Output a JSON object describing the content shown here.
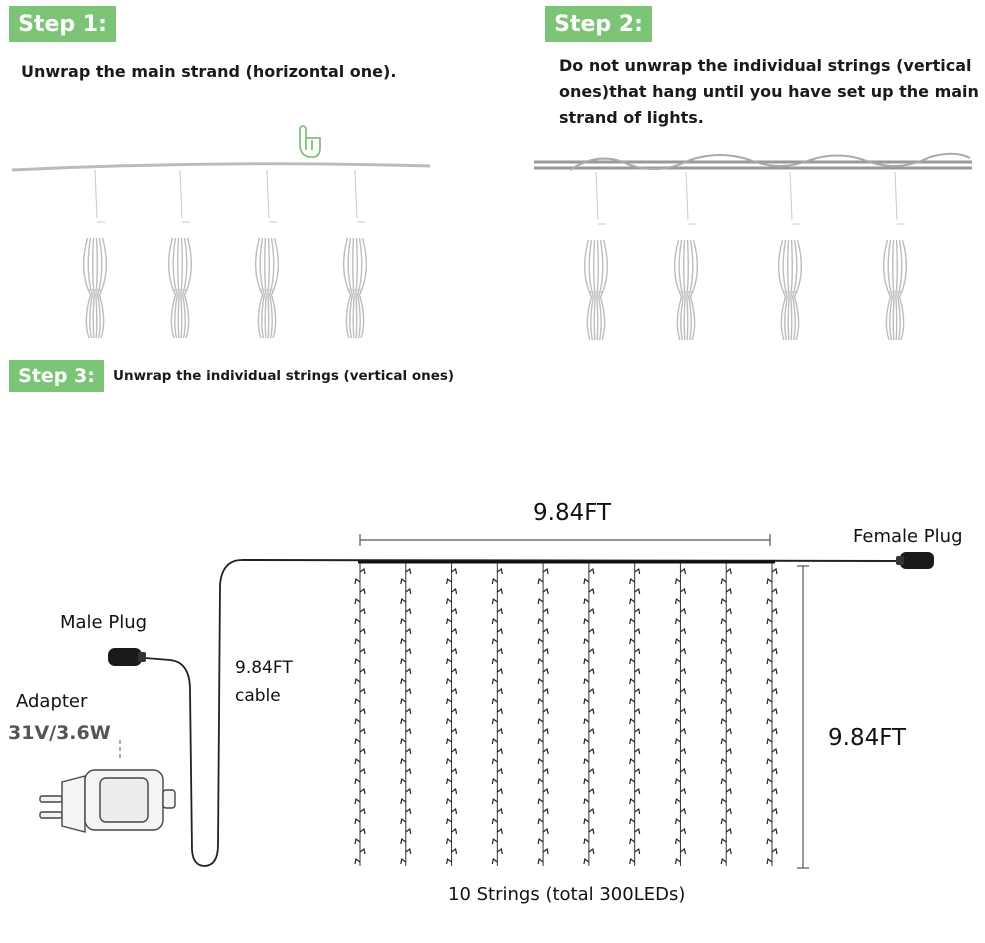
{
  "steps": [
    {
      "badge": "Step 1:",
      "text": "Unwrap the main strand (horizontal one)."
    },
    {
      "badge": "Step 2:",
      "text": "Do not unwrap the individual strings (vertical ones)that hang until you have set up the main strand of lights."
    },
    {
      "badge": "Step 3:",
      "text": "Unwrap the individual strings (vertical ones)"
    }
  ],
  "diagram": {
    "width_label": "9.84FT",
    "height_label": "9.84FT",
    "female_plug": "Female Plug",
    "male_plug": "Male Plug",
    "adapter": "Adapter",
    "adapter_rating": "31V/3.6W",
    "cable_label_line1": "9.84FT",
    "cable_label_line2": "cable",
    "strings_caption": "10 Strings (total 300LEDs)",
    "string_count": 10
  },
  "colors": {
    "badge": "#7cc576",
    "pointer_icon": "#7cc576",
    "wire": "#222222"
  },
  "icons": [
    "hand-pointer-icon",
    "adapter-icon",
    "male-plug-icon",
    "female-plug-icon"
  ]
}
